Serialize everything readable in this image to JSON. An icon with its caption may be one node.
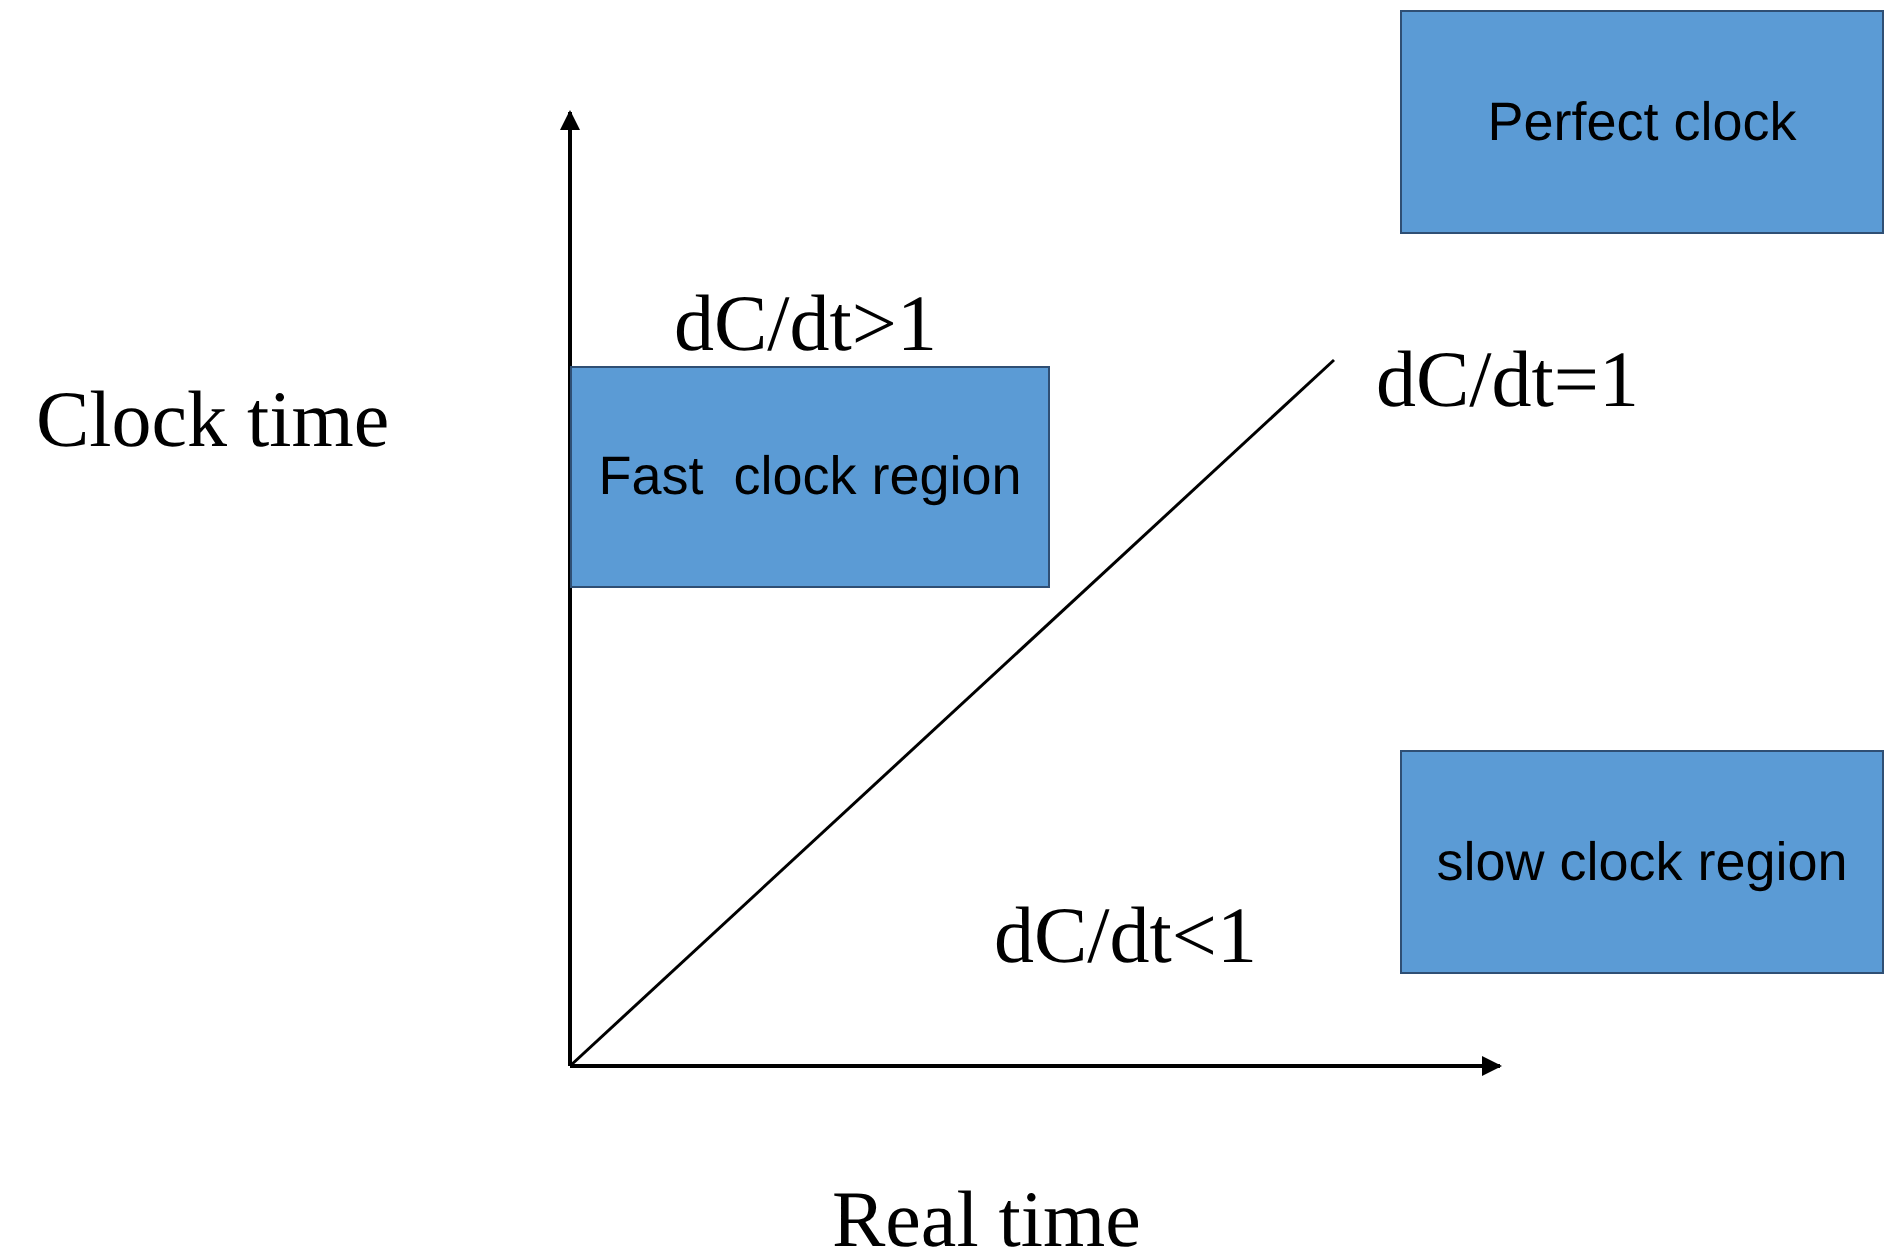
{
  "diagram": {
    "nodes": [
      {
        "text": [
          "Perfect clock"
        ]
      },
      {
        "text": [
          "Fast  clock region"
        ]
      },
      {
        "text": [
          "slow clock region"
        ]
      }
    ],
    "labels": [
      "dC/dt>1",
      "Clock time",
      "dC/dt=1",
      "dC/dt<1",
      "Real time"
    ]
  }
}
